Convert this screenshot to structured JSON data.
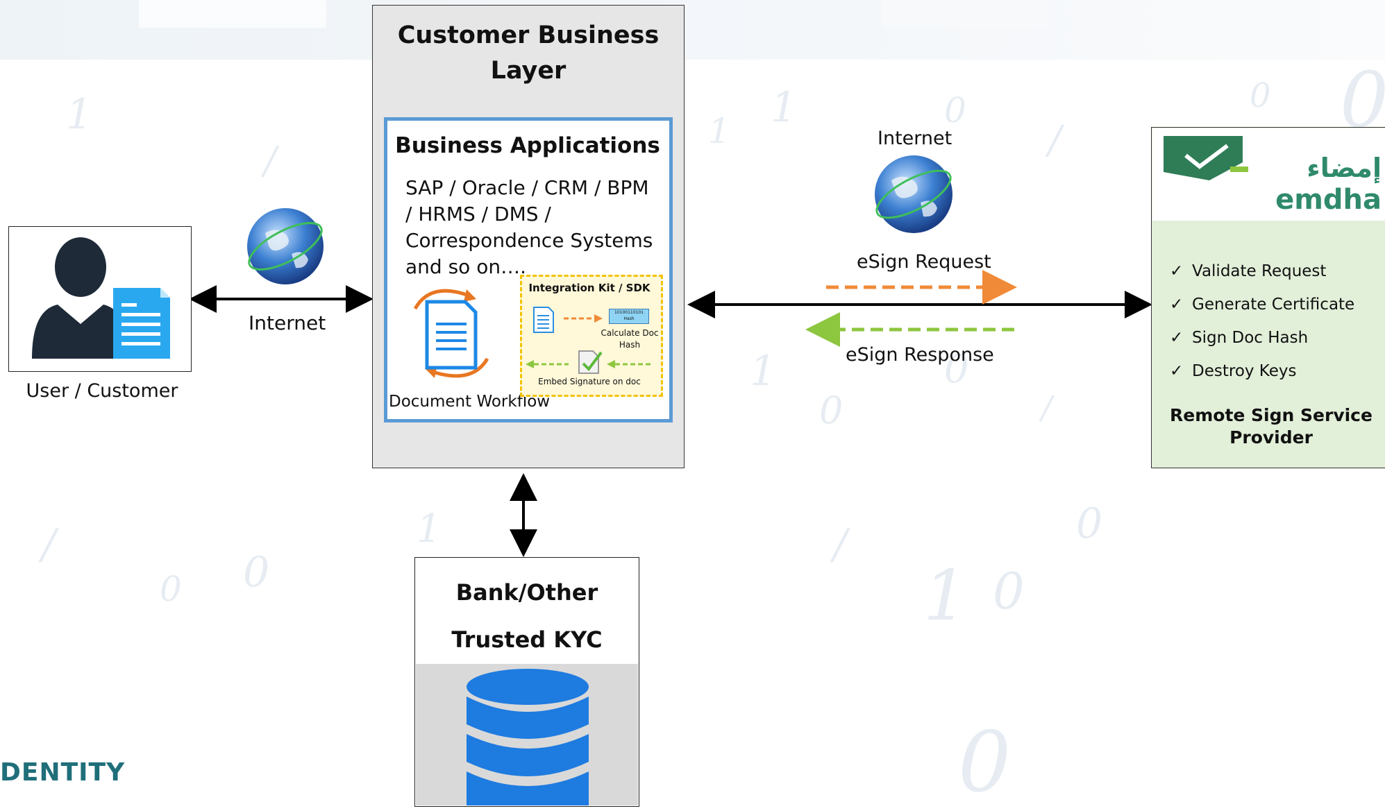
{
  "colors": {
    "request_arrow": "#f08a38",
    "response_arrow": "#8dc63f",
    "business_app_border": "#5b9bd5",
    "emdha_panel": "#e2efd9",
    "layer_fill": "#e6e6e6",
    "kyc_db": "#1e7be0",
    "identity_text": "#1f6f7a"
  },
  "user": {
    "caption": "User / Customer",
    "icon": "user-with-document-icon"
  },
  "left_link": {
    "label": "Internet",
    "icon": "globe-icon"
  },
  "customer_layer": {
    "title_line1": "Customer Business",
    "title_line2": "Layer",
    "business_apps": {
      "title": "Business Applications",
      "lines": [
        "SAP / Oracle / CRM / BPM",
        "/ HRMS / DMS /",
        "Correspondence Systems",
        "and so on…."
      ],
      "workflow_label": "Document Workflow",
      "sdk": {
        "title": "Integration Kit / SDK",
        "hash_bits": "10100110101",
        "hash_tag": "Hash",
        "calc_line1": "Calculate Doc",
        "calc_line2": "Hash",
        "embed": "Embed Signature on doc"
      }
    }
  },
  "right_link": {
    "internet_label": "Internet",
    "request_label": "eSign Request",
    "response_label": "eSign Response"
  },
  "emdha": {
    "logo_arabic": "إمضاء",
    "logo_latin": "emdha",
    "checklist": [
      "Validate Request",
      "Generate Certificate",
      "Sign Doc Hash",
      "Destroy Keys"
    ],
    "provider_line1": "Remote Sign Service",
    "provider_line2": "Provider"
  },
  "kyc": {
    "line1": "Bank/Other",
    "line2": "Trusted KYC",
    "icon": "database-icon"
  },
  "footer": {
    "identity_text": "DENTITY"
  }
}
